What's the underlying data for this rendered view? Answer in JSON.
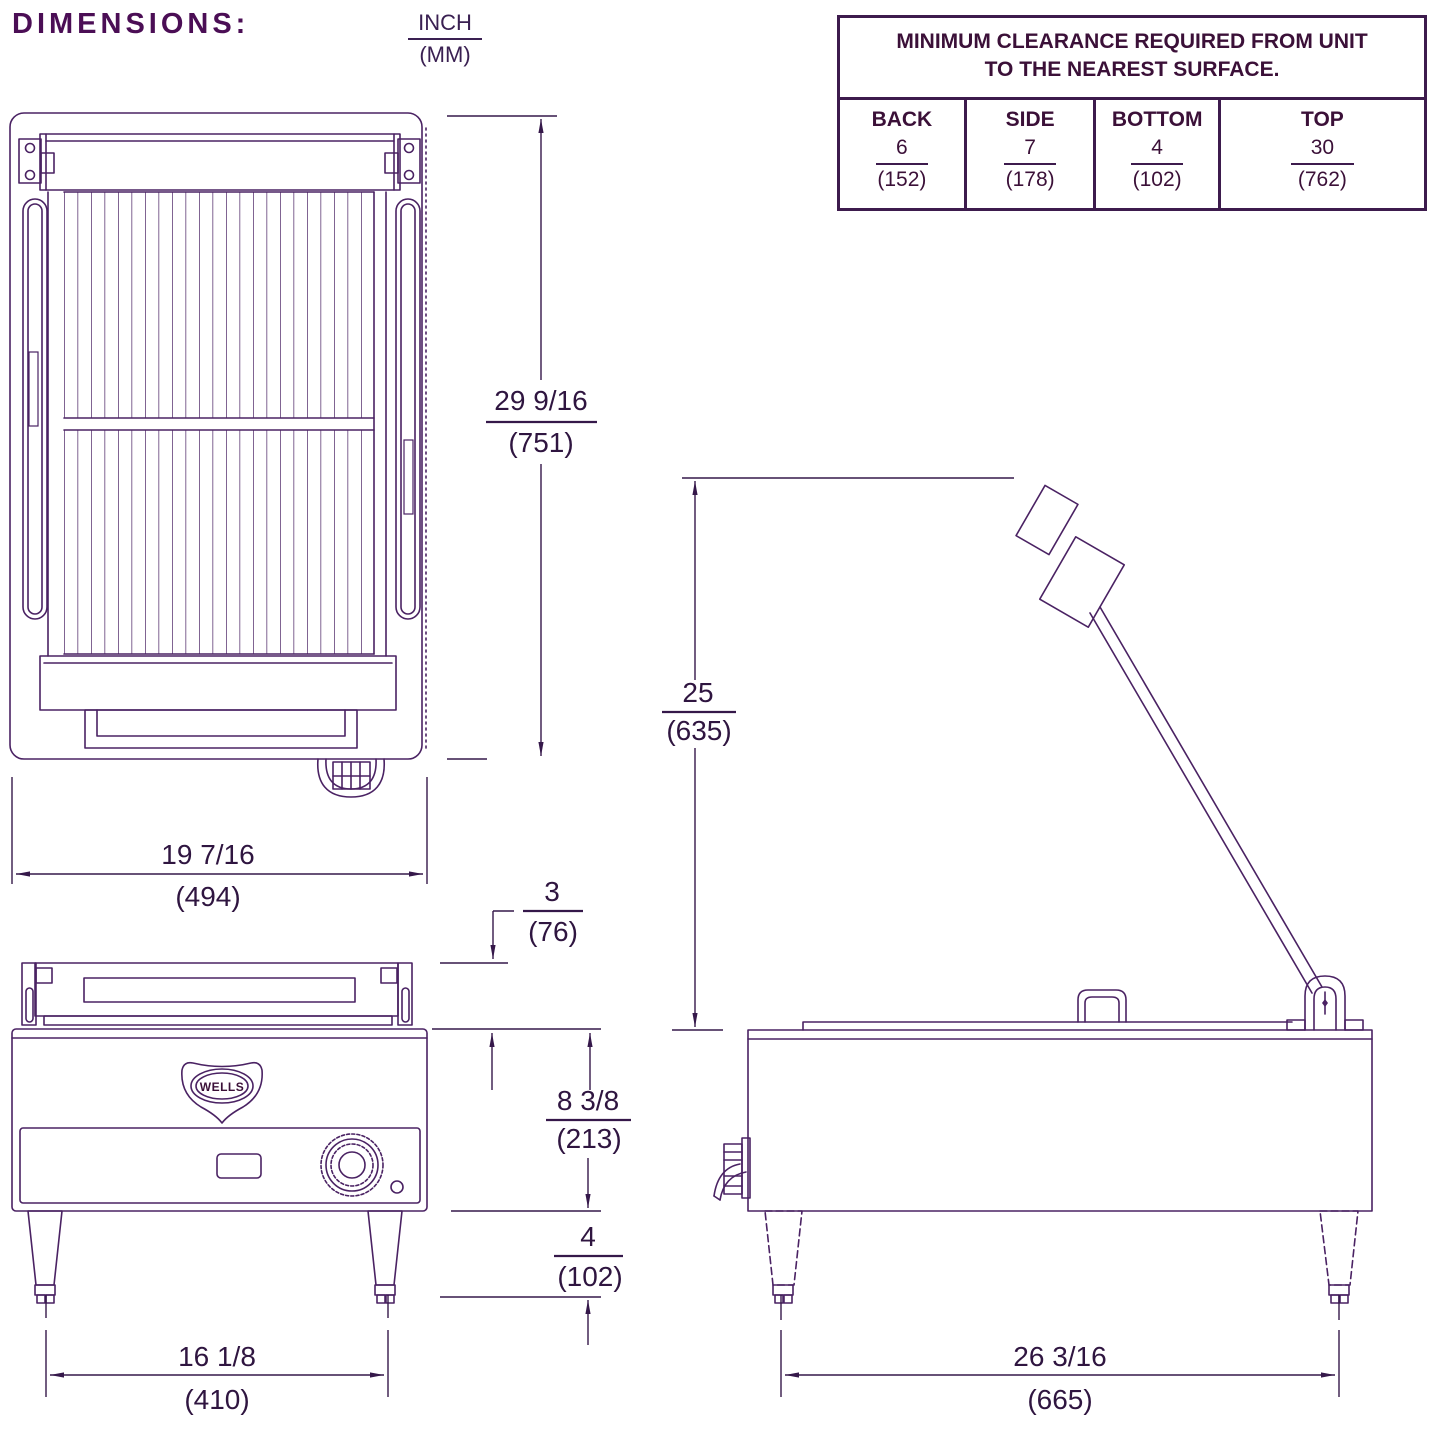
{
  "title": "DIMENSIONS:",
  "units_legend": {
    "top": "INCH",
    "bottom": "(MM)"
  },
  "clearance_table": {
    "header_line1": "MINIMUM CLEARANCE REQUIRED FROM UNIT",
    "header_line2": "TO THE NEAREST SURFACE.",
    "columns": [
      {
        "label": "BACK",
        "inch": "6",
        "mm": "(152)"
      },
      {
        "label": "SIDE",
        "inch": "7",
        "mm": "(178)"
      },
      {
        "label": "BOTTOM",
        "inch": "4",
        "mm": "(102)"
      },
      {
        "label": "TOP",
        "inch": "30",
        "mm": "(762)"
      }
    ]
  },
  "brand": "WELLS",
  "dimensions": {
    "height_overall": {
      "inch": "29 9/16",
      "mm": "(751)"
    },
    "width_top": {
      "inch": "19 7/16",
      "mm": "(494)"
    },
    "lid_height": {
      "inch": "3",
      "mm": "(76)"
    },
    "body_height": {
      "inch": "8 3/8",
      "mm": "(213)"
    },
    "leg_height": {
      "inch": "4",
      "mm": "(102)"
    },
    "handle_raised_height": {
      "inch": "25",
      "mm": "(635)"
    },
    "leg_span_front": {
      "inch": "16 1/8",
      "mm": "(410)"
    },
    "depth_side": {
      "inch": "26 3/16",
      "mm": "(665)"
    }
  },
  "colors": {
    "line": "#4a2263",
    "text": "#2f1540",
    "title": "#4b0e55"
  }
}
